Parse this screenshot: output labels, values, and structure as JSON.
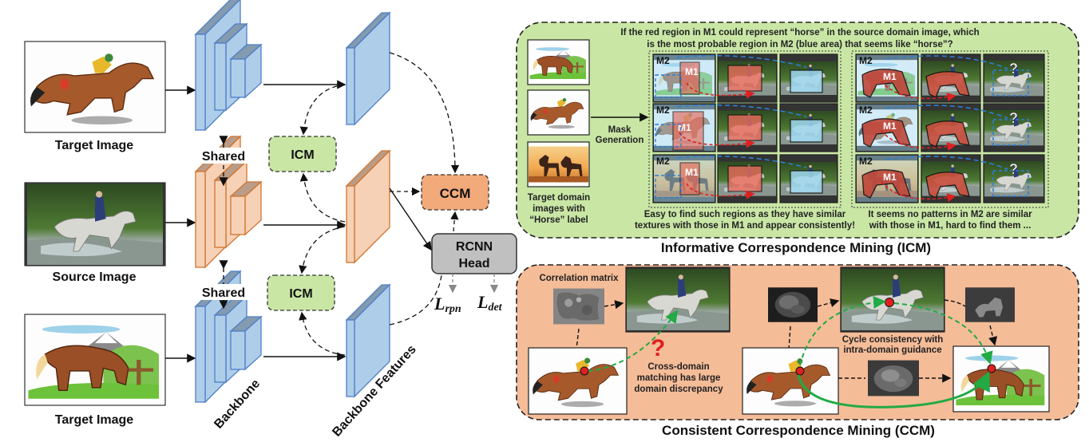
{
  "left_panel": {
    "images": [
      {
        "label": "Target Image",
        "kind": "target-racehorse"
      },
      {
        "label": "Source Image",
        "kind": "source-photo"
      },
      {
        "label": "Target Image",
        "kind": "target-cartoon"
      }
    ],
    "shared_label_top": "Shared",
    "shared_label_bottom": "Shared",
    "backbone_label": "Backbone",
    "features_label": "Backbone Features",
    "icm_top": "ICM",
    "icm_bottom": "ICM",
    "ccm": "CCM",
    "rcnn_head_line1": "RCNN",
    "rcnn_head_line2": "Head",
    "loss_rpn": "L",
    "loss_rpn_sub": "rpn",
    "loss_det": "L",
    "loss_det_sub": "det"
  },
  "icm_panel": {
    "question_line1": "If the red region in M1 could  represent “horse” in the source domain image,  which",
    "question_line2": "is the most probable region in M2 (blue area) that seems like “horse”?",
    "mask_generation_line1": "Mask",
    "mask_generation_line2": "Generation",
    "target_domain_line1": "Target domain",
    "target_domain_line2": "images with",
    "target_domain_line3": "“Horse” label",
    "m1_label": "M1",
    "m2_label": "M2",
    "question_mark": "?",
    "left_caption_line1": "Easy to find such regions as they have similar",
    "left_caption_line2": "textures with those in M1 and appear consistently!",
    "right_caption_line1": "It seems no patterns in M2 are similar",
    "right_caption_line2": "with those in M1,  hard to find them ...",
    "title": "Informative Correspondence Mining (ICM)"
  },
  "ccm_panel": {
    "correlation_label": "Correlation matrix",
    "cross_domain_line1": "Cross-domain",
    "cross_domain_line2": "matching has large",
    "cross_domain_line3": "domain discrepancy",
    "question_mark": "?",
    "cycle_line1": "Cycle consistency with",
    "cycle_line2": "intra-domain guidance",
    "title": "Consistent Correspondence Mining (CCM)"
  },
  "colors": {
    "target_blue_fill": "#aecde9",
    "target_blue_stroke": "#4f7fc8",
    "source_orange_fill": "#f7d1b6",
    "source_orange_stroke": "#d0752f",
    "icm_green": "#c9e6a5",
    "ccm_orange": "#f2aa7a",
    "ccm_panel_bg": "#f5bc98",
    "rcnn_gray": "#c0c0c0",
    "red_mark": "#e02020",
    "green_arrow": "#22aa44",
    "blue_dash": "#2a7fd4"
  }
}
